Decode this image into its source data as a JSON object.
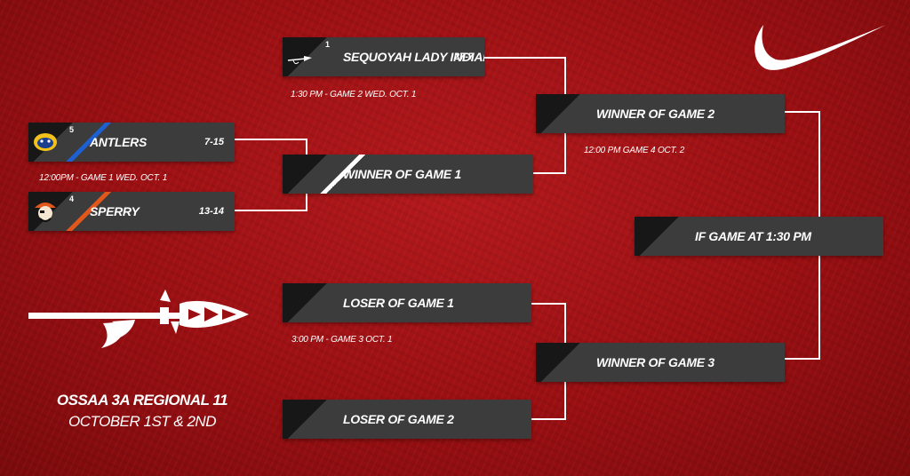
{
  "brand": {
    "logo": "nike-swoosh-icon",
    "accent": "#b3191c",
    "box_color": "#3c3c3c"
  },
  "event": {
    "title": "OSSAA 3A REGIONAL 11",
    "dates": "OCTOBER 1ST & 2ND"
  },
  "teams": {
    "sequoyah": {
      "seed": "1",
      "name": "SEQUOYAH LADY INDIANS",
      "record": "27-7",
      "logo": "spear-logo-icon"
    },
    "antlers": {
      "seed": "5",
      "name": "ANTLERS",
      "record": "7-15",
      "logo": "bearcat-logo-icon",
      "stripe": "#1e5fd1"
    },
    "sperry": {
      "seed": "4",
      "name": "SPERRY",
      "record": "13-14",
      "logo": "pirate-logo-icon",
      "stripe": "#e2571c"
    }
  },
  "slots": {
    "winner_game_1": "WINNER OF GAME 1",
    "winner_game_2": "WINNER OF GAME 2",
    "loser_game_1": "LOSER OF GAME 1",
    "loser_game_2": "LOSER OF GAME 2",
    "winner_game_3": "WINNER OF GAME 3",
    "if_game": "IF GAME AT 1:30 PM"
  },
  "games": {
    "game1": "12:00PM - GAME 1 WED. OCT. 1",
    "game2": "1:30 PM - GAME 2 WED. OCT. 1",
    "game3": "3:00 PM - GAME 3 OCT. 1",
    "game4": "12:00 PM GAME 4 OCT. 2"
  }
}
